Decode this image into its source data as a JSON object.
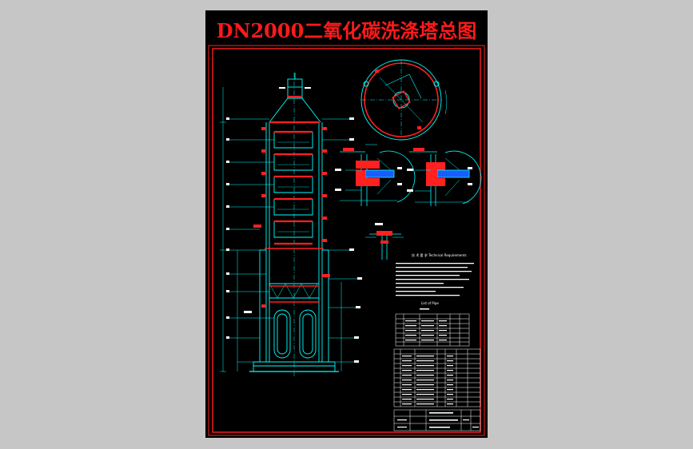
{
  "drawing": {
    "title": "DN2000二氧化碳洗涤塔总图",
    "notes_heading": "技 术 要 求 Technical Requirements",
    "list_heading": "List of Pipe",
    "colors": {
      "background": "#000000",
      "page": "#c6c6c6",
      "title": "#ff1a1a",
      "border": "#ff2020",
      "outline": "#00ffff",
      "weld": "#ff2020",
      "text": "#ffffff"
    }
  }
}
